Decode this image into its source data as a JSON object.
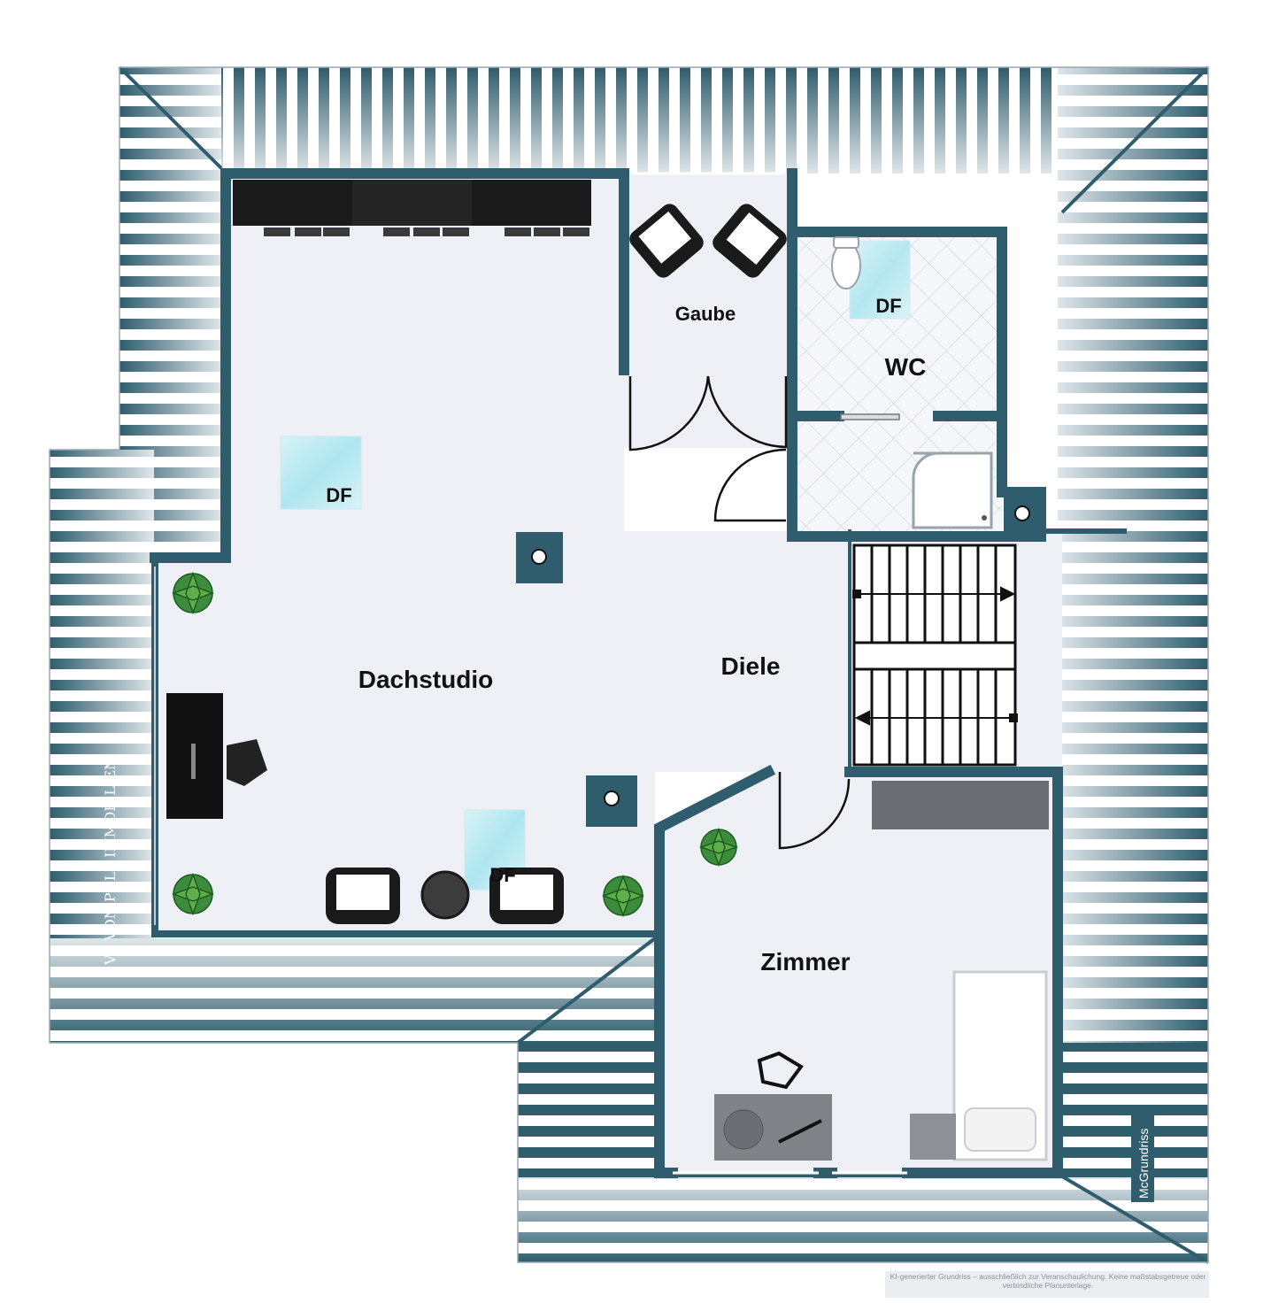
{
  "plan": {
    "colors": {
      "wall": "#2f5d6e",
      "floor": "#eef0f5",
      "roof_stripe": "#2f5d6e",
      "skylight": "#bfeaf2",
      "tile": "#f4f6f9",
      "dark_furniture": "#151515"
    },
    "rooms": {
      "dachstudio": "Dachstudio",
      "diele": "Diele",
      "gaube": "Gaube",
      "wc": "WC",
      "zimmer": "Zimmer"
    },
    "skylight_label": "DF",
    "watermark_logo": "VP VON POLL IMMOBILIEN",
    "credit": "McGrundriss",
    "disclaimer": "KI-generierter Grundriss – ausschließlich zur Veranschaulichung. Keine maßstabsgetreue oder verbindliche Planunterlage."
  }
}
